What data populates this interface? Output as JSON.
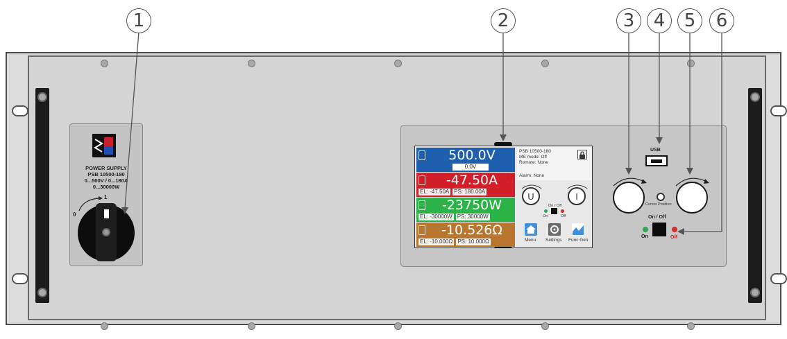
{
  "callouts": [
    "1",
    "2",
    "3",
    "4",
    "5",
    "6"
  ],
  "colors": {
    "voltage_row": "#1f5fb0",
    "current_row": "#d21f2a",
    "power_row": "#2bb348",
    "resistance_row": "#b9762f",
    "led_on": "#2ea84a",
    "led_off": "#d22b2b"
  },
  "left_module": {
    "logo_icon": "ea-logo-icon",
    "lines": [
      "POWER SUPPLY",
      "PSB 10500-180",
      "0...500V / 0...180A",
      "0...30000W"
    ],
    "switch_off_label": "0",
    "switch_on_label": "1"
  },
  "display": {
    "voltage": {
      "main": "500.0V",
      "set": "0.0V"
    },
    "current": {
      "main": "-47.50A",
      "mode": "CC",
      "el_limit": "EL: -47.50A",
      "ps_limit": "PS: 180.00A"
    },
    "power": {
      "main": "-23750W",
      "el_limit": "EL: -30000W",
      "ps_limit": "PS: 30000W"
    },
    "resistance": {
      "main": "-10.526Ω",
      "el_limit": "EL: -10.000Ω",
      "ps_limit": "PS: 10.000Ω"
    },
    "info": {
      "model": "PSB 10500-180",
      "ms_mode": "MS mode: Off",
      "remote": "Remote: None",
      "alarm": "Alarm: None",
      "lock_icon": "lock-icon"
    },
    "knob_left": "U",
    "knob_right": "I",
    "onoff_small": "On / Off",
    "led_on_small": "On",
    "led_off_small": "Off",
    "menu": [
      {
        "label": "Menu",
        "icon": "home-icon"
      },
      {
        "label": "Settings",
        "icon": "gear-icon"
      },
      {
        "label": "Func Gen",
        "icon": "chart-icon"
      }
    ]
  },
  "controls": {
    "usb_label": "USB",
    "cursor_position": "Cursor Position",
    "onoff_label": "On / Off",
    "on_label": "On",
    "off_label": "Off"
  }
}
